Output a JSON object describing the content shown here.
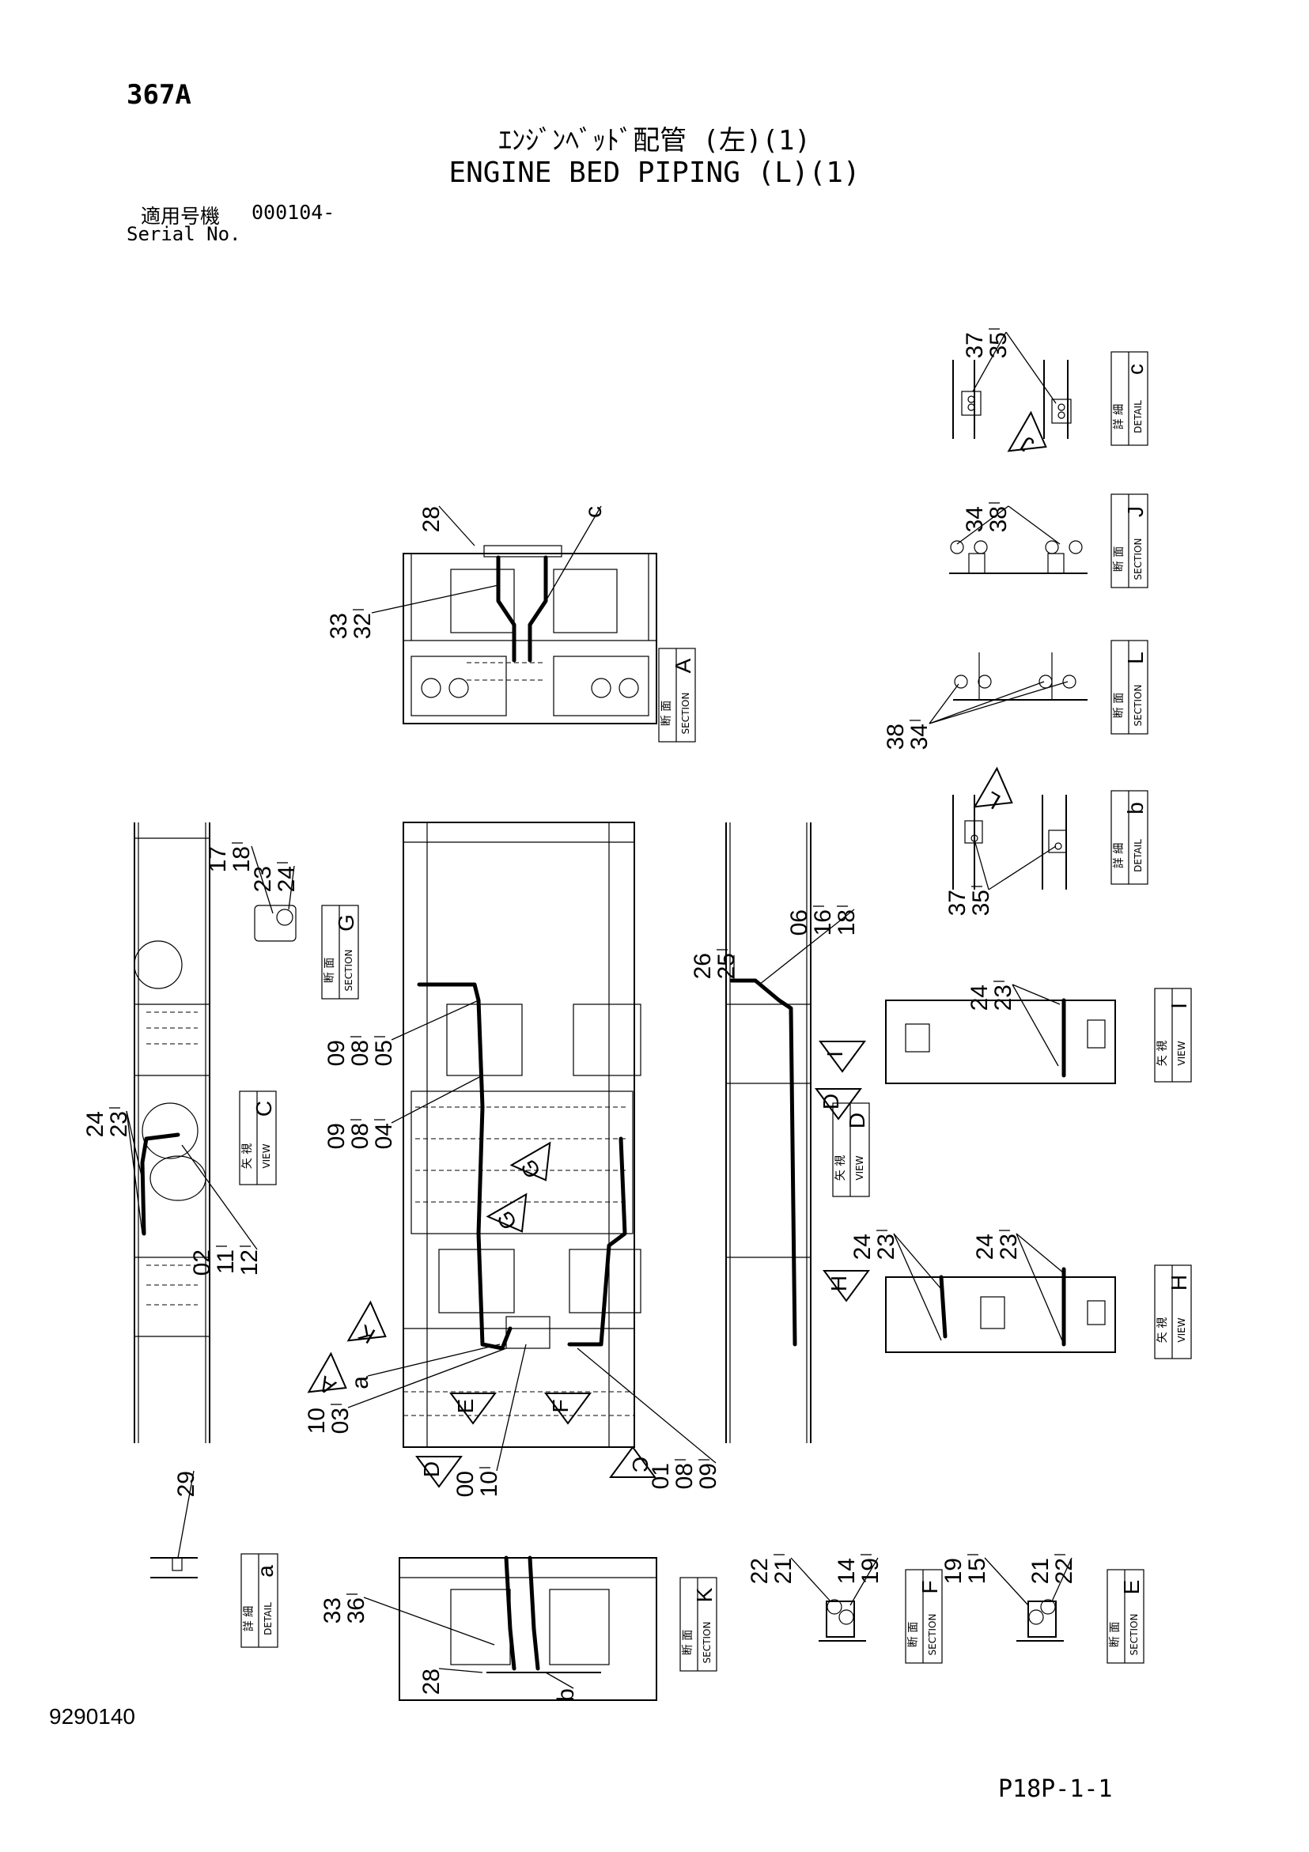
{
  "header": {
    "page_id": "367A",
    "title_jp": "ｴﾝｼﾞﾝﾍﾞｯﾄﾞ配管 (左)(1)",
    "title_en": "ENGINE BED PIPING (L)(1)",
    "serial_label_jp": "適用号機",
    "serial_value": "000104-",
    "serial_label_en": "Serial No."
  },
  "footer": {
    "doc_number": "9290140",
    "page_code": "P18P-1-1"
  },
  "captions": [
    {
      "id": "detail-c",
      "jp": "詳 細",
      "en": "DETAIL",
      "letter": "c"
    },
    {
      "id": "section-j",
      "jp": "断 面",
      "en": "SECTION",
      "letter": "J"
    },
    {
      "id": "section-a",
      "jp": "断 面",
      "en": "SECTION",
      "letter": "A"
    },
    {
      "id": "section-l",
      "jp": "断 面",
      "en": "SECTION",
      "letter": "L"
    },
    {
      "id": "detail-b",
      "jp": "詳 細",
      "en": "DETAIL",
      "letter": "b"
    },
    {
      "id": "section-g",
      "jp": "断 面",
      "en": "SECTION",
      "letter": "G"
    },
    {
      "id": "view-c",
      "jp": "矢 視",
      "en": "VIEW",
      "letter": "C"
    },
    {
      "id": "view-i",
      "jp": "矢 視",
      "en": "VIEW",
      "letter": "I"
    },
    {
      "id": "view-d",
      "jp": "矢 視",
      "en": "VIEW",
      "letter": "D"
    },
    {
      "id": "view-h",
      "jp": "矢 視",
      "en": "VIEW",
      "letter": "H"
    },
    {
      "id": "detail-a",
      "jp": "詳 細",
      "en": "DETAIL",
      "letter": "a"
    },
    {
      "id": "section-k",
      "jp": "断 面",
      "en": "SECTION",
      "letter": "K"
    },
    {
      "id": "section-f",
      "jp": "断 面",
      "en": "SECTION",
      "letter": "F"
    },
    {
      "id": "section-e",
      "jp": "断 面",
      "en": "SECTION",
      "letter": "E"
    }
  ],
  "view_arrows": [
    "J",
    "L",
    "K",
    "A",
    "E",
    "F",
    "D",
    "C",
    "G",
    "G",
    "I",
    "D",
    "H"
  ],
  "callouts": [
    {
      "id": "c01",
      "lines": [
        "37",
        "35"
      ]
    },
    {
      "id": "c02",
      "lines": [
        "34",
        "38"
      ]
    },
    {
      "id": "c03",
      "lines": [
        "28"
      ]
    },
    {
      "id": "c04",
      "lines": [
        "c"
      ]
    },
    {
      "id": "c05",
      "lines": [
        "33",
        "32"
      ]
    },
    {
      "id": "c06",
      "lines": [
        "38",
        "34"
      ]
    },
    {
      "id": "c07",
      "lines": [
        "37",
        "35"
      ]
    },
    {
      "id": "c08",
      "lines": [
        "17",
        "18"
      ]
    },
    {
      "id": "c09",
      "lines": [
        "23",
        "24"
      ]
    },
    {
      "id": "c10",
      "lines": [
        "06",
        "16",
        "18"
      ]
    },
    {
      "id": "c11",
      "lines": [
        "26",
        "25"
      ]
    },
    {
      "id": "c12",
      "lines": [
        "24",
        "23"
      ]
    },
    {
      "id": "c13",
      "lines": [
        "09",
        "08",
        "05"
      ]
    },
    {
      "id": "c14",
      "lines": [
        "09",
        "08",
        "04"
      ]
    },
    {
      "id": "c15",
      "lines": [
        "24",
        "23"
      ]
    },
    {
      "id": "c16",
      "lines": [
        "02",
        "11",
        "12"
      ]
    },
    {
      "id": "c17",
      "lines": [
        "24",
        "23"
      ]
    },
    {
      "id": "c18",
      "lines": [
        "24",
        "23"
      ]
    },
    {
      "id": "c19",
      "lines": [
        "a"
      ]
    },
    {
      "id": "c20",
      "lines": [
        "10",
        "03"
      ]
    },
    {
      "id": "c21",
      "lines": [
        "00",
        "10"
      ]
    },
    {
      "id": "c22",
      "lines": [
        "01",
        "08",
        "09"
      ]
    },
    {
      "id": "c23",
      "lines": [
        "29"
      ]
    },
    {
      "id": "c24",
      "lines": [
        "33",
        "36"
      ]
    },
    {
      "id": "c25",
      "lines": [
        "22",
        "21"
      ]
    },
    {
      "id": "c26",
      "lines": [
        "14",
        "19"
      ]
    },
    {
      "id": "c27",
      "lines": [
        "19",
        "15"
      ]
    },
    {
      "id": "c28",
      "lines": [
        "21",
        "22"
      ]
    },
    {
      "id": "c29",
      "lines": [
        "28"
      ]
    },
    {
      "id": "c30",
      "lines": [
        "b"
      ]
    }
  ]
}
